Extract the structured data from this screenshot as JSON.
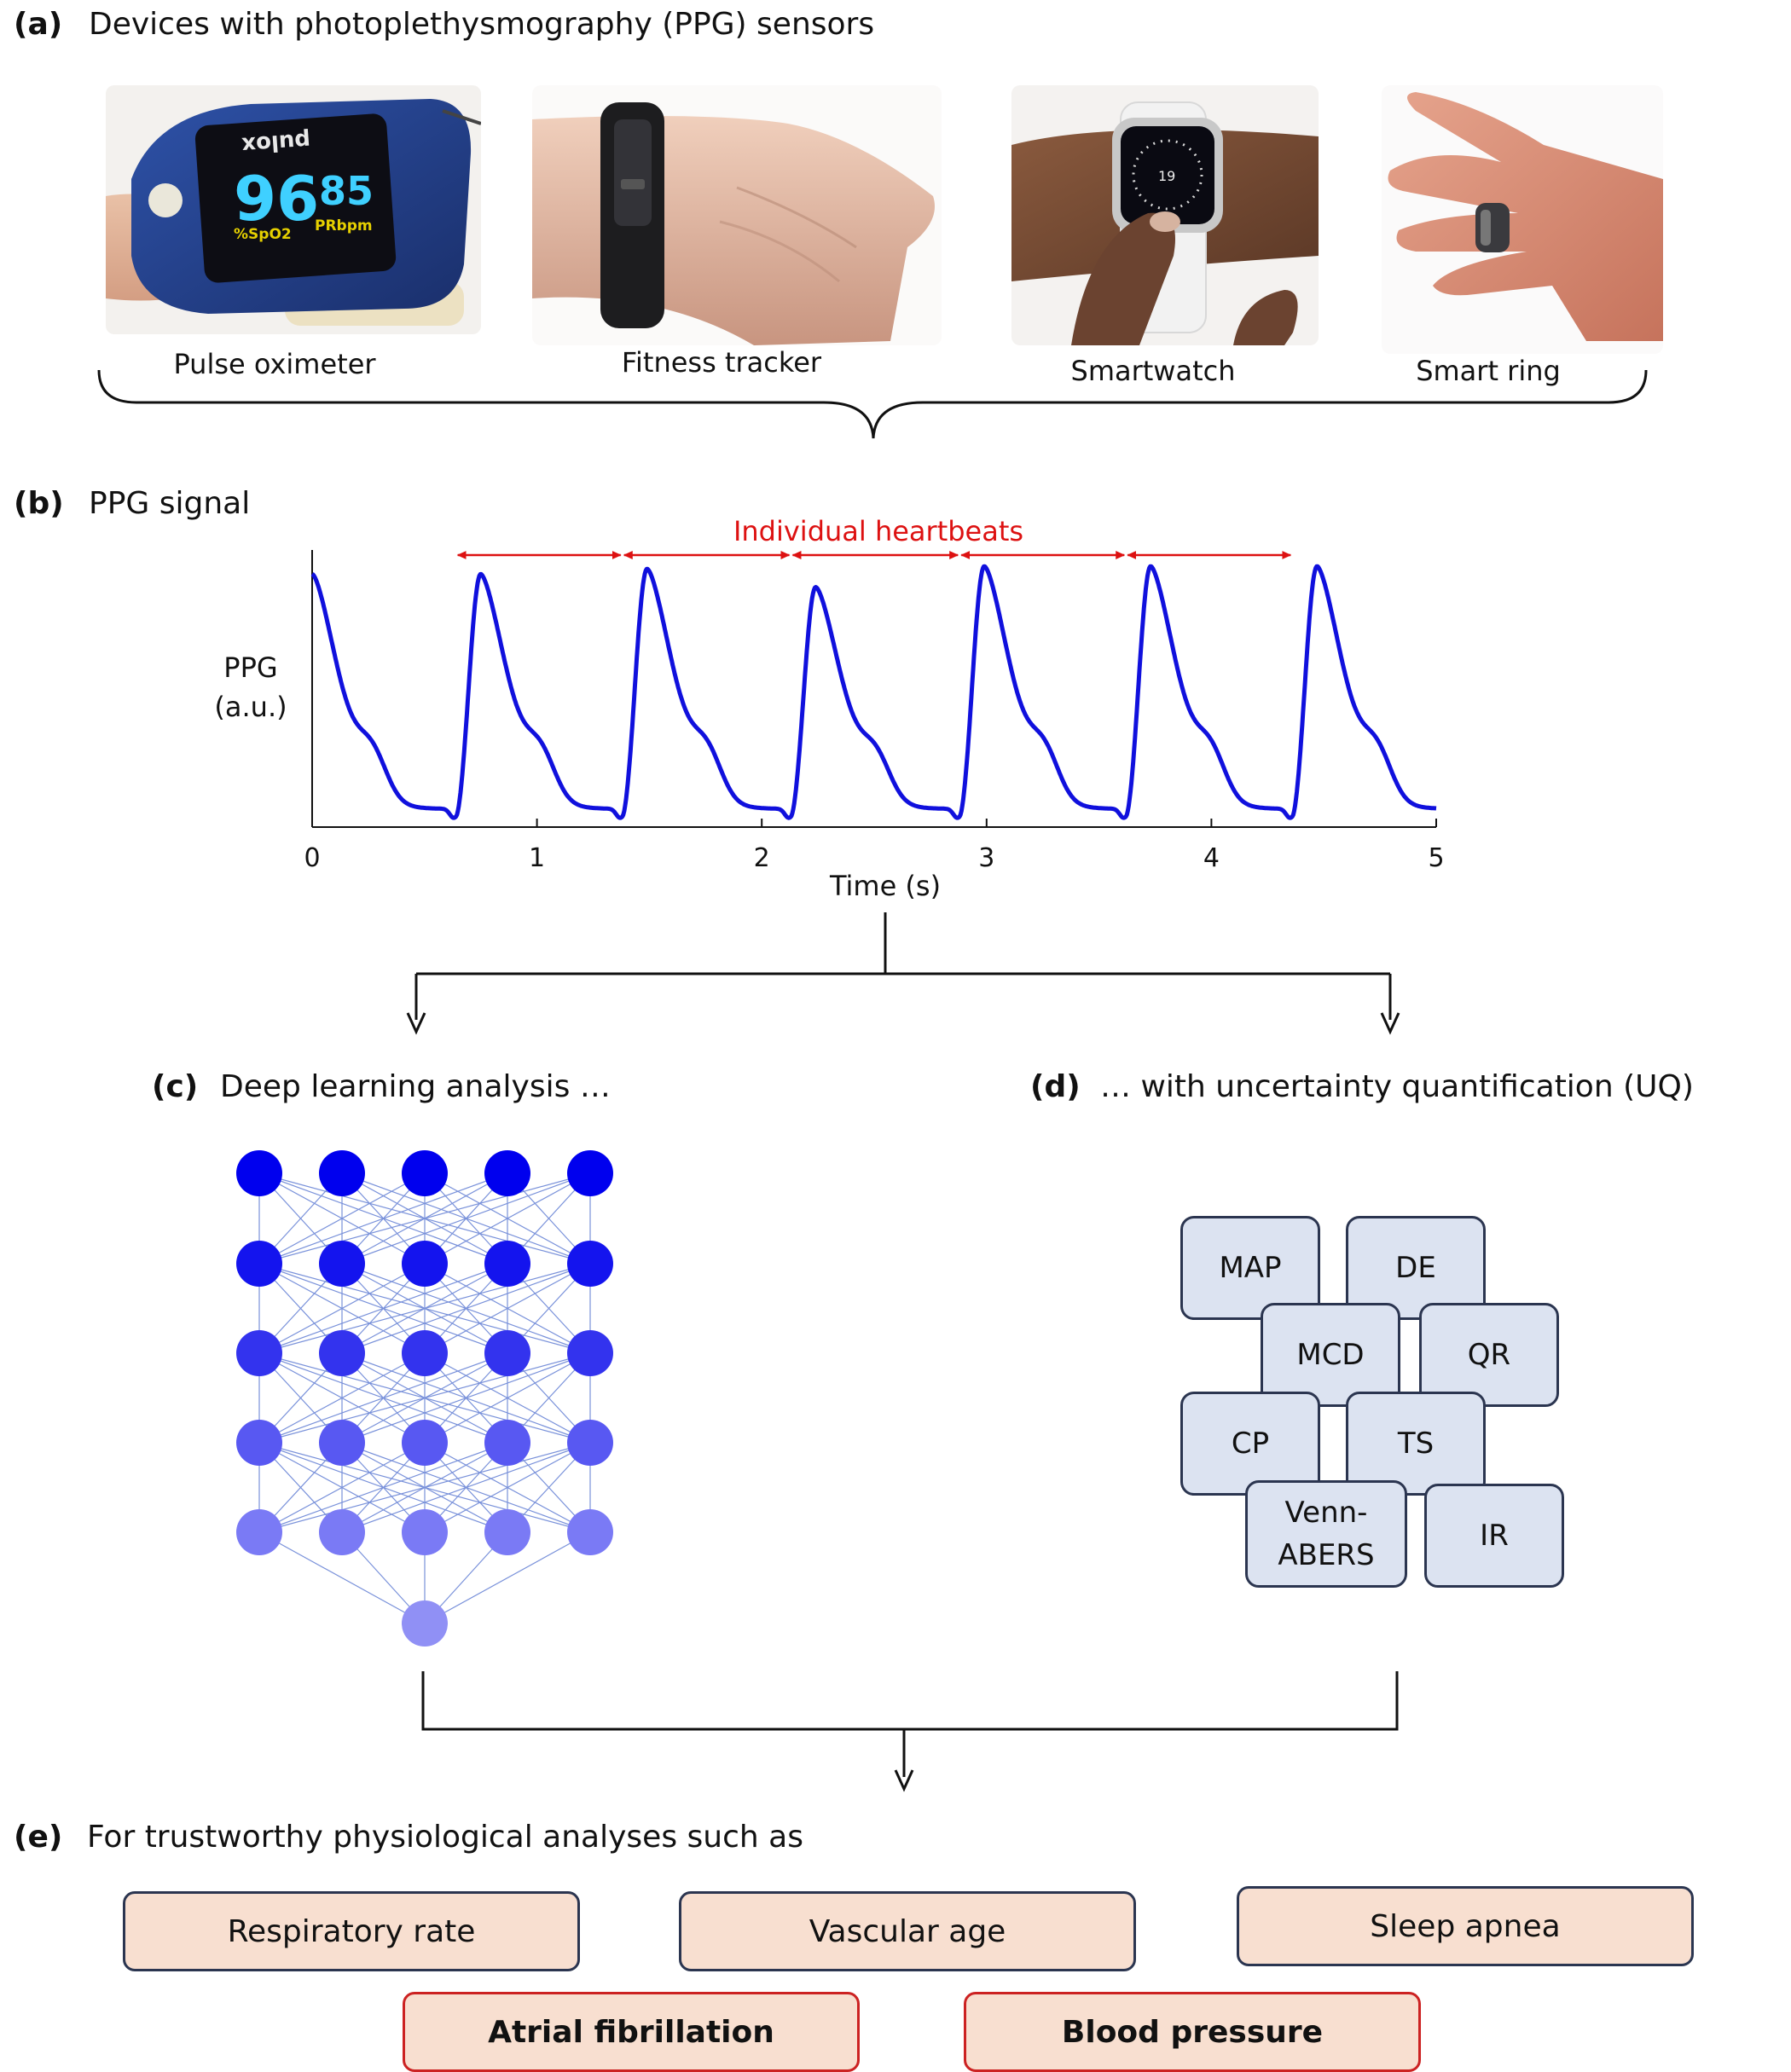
{
  "panel_a": {
    "label": "(a)",
    "title": "Devices with photoplethysmography (PPG) sensors",
    "devices": [
      {
        "name": "Pulse oximeter",
        "brand": "pulox",
        "spo2": "96",
        "spo2_unit": "%SpO2",
        "pr": "85",
        "pr_unit": "PRbpm"
      },
      {
        "name": "Fitness tracker"
      },
      {
        "name": "Smartwatch"
      },
      {
        "name": "Smart ring"
      }
    ]
  },
  "panel_b": {
    "label": "(b)",
    "title": "PPG signal",
    "annotation": "Individual heartbeats",
    "ylabel_line1": "PPG",
    "ylabel_line2": "(a.u.)",
    "xlabel": "Time (s)"
  },
  "chart_data": {
    "type": "line",
    "xlabel": "Time (s)",
    "ylabel": "PPG (a.u.)",
    "xlim": [
      0,
      5
    ],
    "xticks": [
      "0",
      "1",
      "2",
      "3",
      "4",
      "5"
    ],
    "grid": false,
    "line_color": "#1010dd",
    "annotation_color": "#dd1111",
    "beat_onsets": [
      0.64,
      1.38,
      2.13,
      2.88,
      3.62,
      4.36
    ],
    "beat_peaks": [
      {
        "t": 0.0,
        "amp": 0.97
      },
      {
        "t": 0.75,
        "amp": 0.97
      },
      {
        "t": 1.49,
        "amp": 0.99
      },
      {
        "t": 2.24,
        "amp": 0.92
      },
      {
        "t": 2.99,
        "amp": 1.0
      },
      {
        "t": 3.73,
        "amp": 1.0
      },
      {
        "t": 4.47,
        "amp": 1.0
      }
    ],
    "heartbeat_intervals": [
      [
        0.64,
        1.38
      ],
      [
        1.38,
        2.13
      ],
      [
        2.13,
        2.88
      ],
      [
        2.88,
        3.62
      ],
      [
        3.62,
        4.36
      ]
    ]
  },
  "panel_c": {
    "label": "(c)",
    "title": "Deep learning analysis …",
    "layer_colors": [
      "#0000ee",
      "#1414ee",
      "#3333ee",
      "#5858f2",
      "#7a7af5"
    ],
    "output_color": "#9090f5",
    "edge_color": "#6b86d6"
  },
  "panel_d": {
    "label": "(d)",
    "title": "… with uncertainty quantification (UQ)",
    "methods": {
      "map": "MAP",
      "de": "DE",
      "mcd": "MCD",
      "qr": "QR",
      "cp": "CP",
      "ts": "TS",
      "venn1": "Venn-",
      "venn2": "ABERS",
      "ir": "IR"
    }
  },
  "panel_e": {
    "label": "(e)",
    "title": "For trustworthy physiological analyses such as",
    "analyses": {
      "respiratory_rate": "Respiratory rate",
      "vascular_age": "Vascular age",
      "sleep_apnea": "Sleep apnea",
      "atrial_fibrillation": "Atrial fibrillation",
      "blood_pressure": "Blood pressure"
    }
  }
}
